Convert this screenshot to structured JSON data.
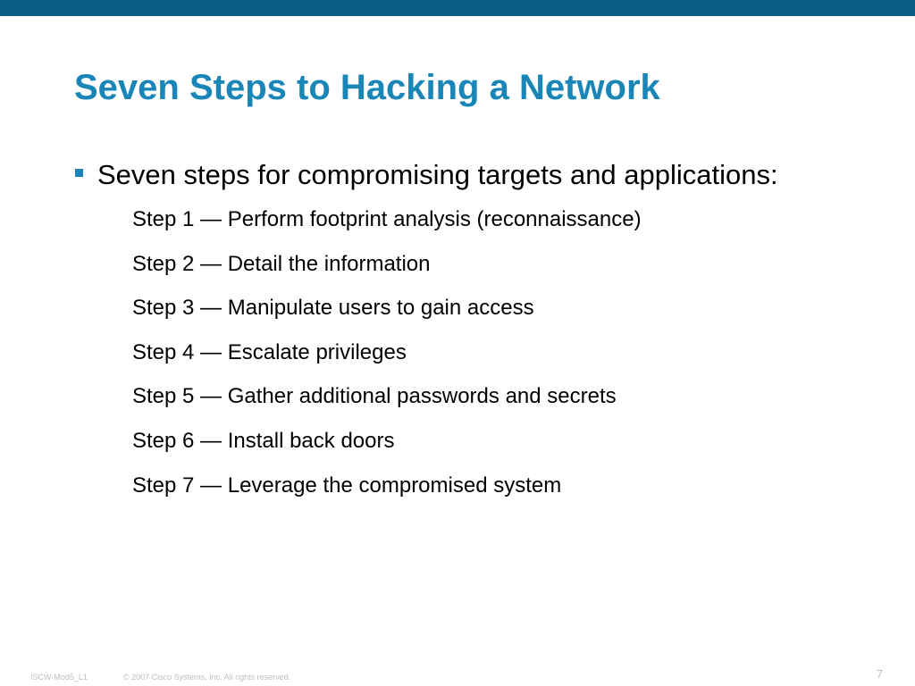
{
  "colors": {
    "top_bar": "#0b5e86",
    "title": "#1a86b8",
    "bullet": "#1a86b8",
    "footer_text": "#b8c0c6"
  },
  "slide": {
    "title": "Seven Steps to Hacking a Network",
    "bullet": "Seven steps for compromising targets and applications:",
    "steps": [
      "Step 1 — Perform footprint analysis (reconnaissance)",
      "Step 2 — Detail the information",
      "Step 3 — Manipulate users to gain access",
      "Step 4 — Escalate privileges",
      "Step 5 — Gather additional passwords and secrets",
      "Step 6 — Install back doors",
      "Step 7 — Leverage the compromised system"
    ]
  },
  "footer": {
    "course_code": "ISCW-Mod5_L1",
    "copyright": "© 2007 Cisco Systems, Inc. All rights reserved.",
    "page_number": "7"
  }
}
